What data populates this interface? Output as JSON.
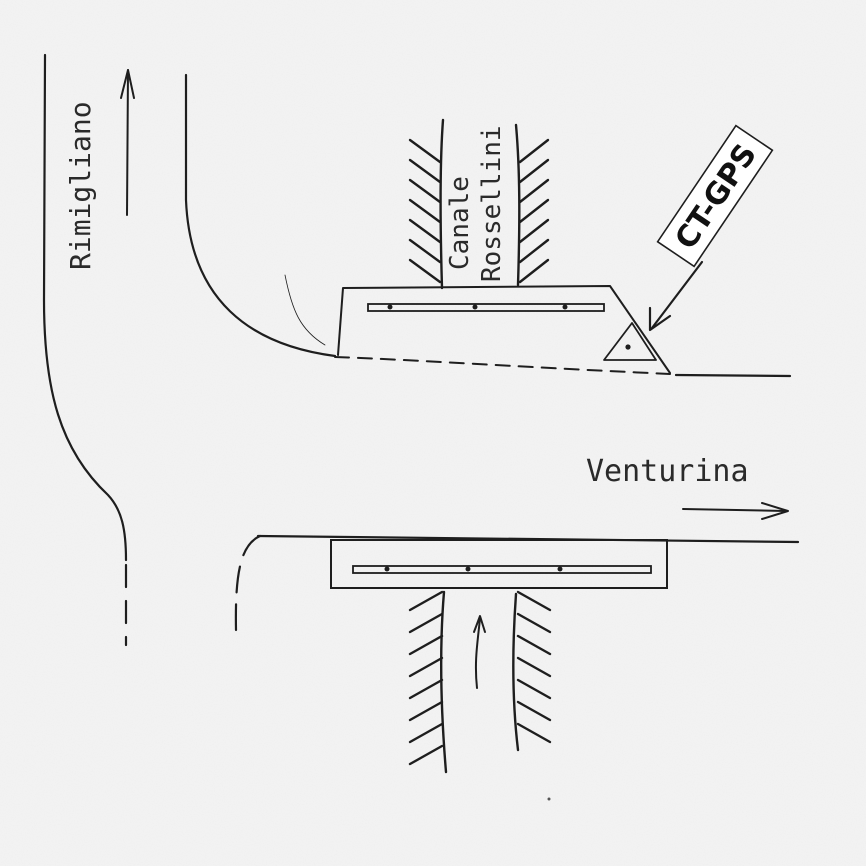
{
  "labels": {
    "road_left": "Rimigliano",
    "canal_line1": "Canale",
    "canal_line2": "Rossellini",
    "road_right": "Venturina",
    "station_tag": "CT-GPS"
  },
  "colors": {
    "ink": "#1e1e1e",
    "paper": "#f3f3f3",
    "tag_fill": "#ffffff"
  },
  "icons": {
    "station_marker": "triangle-dot-icon",
    "direction_arrows": "arrow-icon"
  }
}
